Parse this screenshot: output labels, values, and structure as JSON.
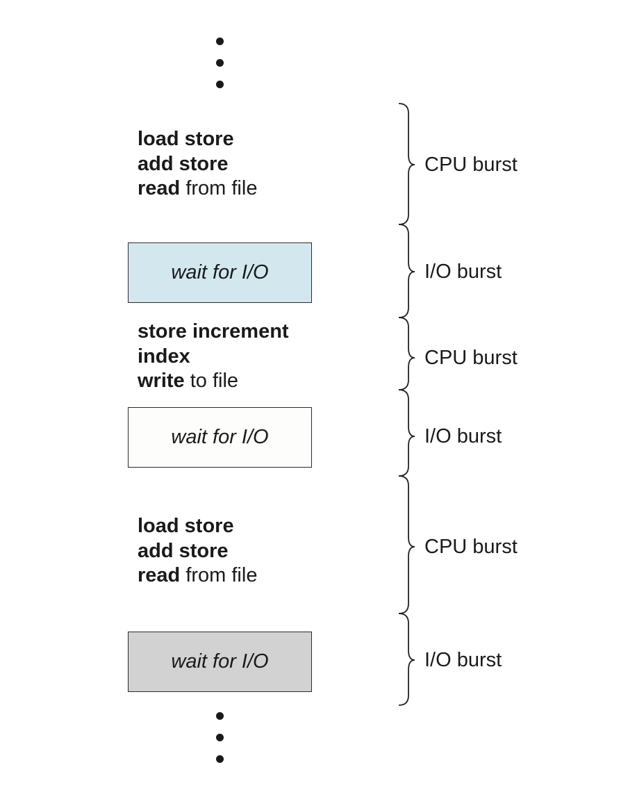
{
  "code_blocks": [
    {
      "lines": [
        {
          "keyword": "load store",
          "rest": ""
        },
        {
          "keyword": "add store",
          "rest": ""
        },
        {
          "keyword": "read",
          "rest": " from file"
        }
      ]
    },
    {
      "lines": [
        {
          "keyword": "store increment",
          "rest": ""
        },
        {
          "keyword": "index",
          "rest": ""
        },
        {
          "keyword": "write",
          "rest": " to file"
        }
      ]
    },
    {
      "lines": [
        {
          "keyword": "load store",
          "rest": ""
        },
        {
          "keyword": "add store",
          "rest": ""
        },
        {
          "keyword": "read",
          "rest": " from file"
        }
      ]
    }
  ],
  "io_boxes": [
    {
      "label": "wait for I/O",
      "fill": "#d3e7ef"
    },
    {
      "label": "wait for I/O",
      "fill": "#fdfdfb"
    },
    {
      "label": "wait for I/O",
      "fill": "#d2d2d2"
    }
  ],
  "bursts": [
    {
      "label": "CPU burst"
    },
    {
      "label": "I/O burst"
    },
    {
      "label": "CPU burst"
    },
    {
      "label": "I/O burst"
    },
    {
      "label": "CPU burst"
    },
    {
      "label": "I/O burst"
    }
  ]
}
